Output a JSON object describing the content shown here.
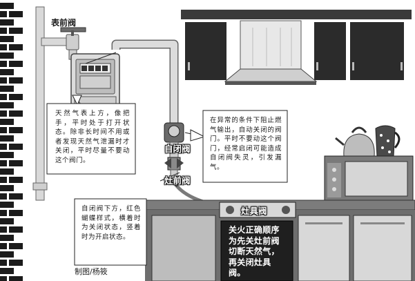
{
  "labels": {
    "meter_valve": "表前阀",
    "auto_valve": "自闭阀",
    "stove_front_valve": "灶前阀",
    "stove_valve": "灶具阀"
  },
  "notes": {
    "meter_valve": "天然气表上方，像把手，平时处于打开状态。除非长时间不用或者发现天然气泄漏时才关闭，平时尽量不要动这个阀门。",
    "auto_valve": "在异常的条件下阻止燃气输出，自动关闭的阀门。平时不要动这个阀门，经常启闭可能造成自闭阀失灵，引发漏气。",
    "stove_front_valve": "自闭阀下方，红色蝴蝶样式，横着时为关闭状态，竖着时为开启状态。"
  },
  "safety_tip": "关火正确顺序为先关灶前阀切断天然气，再关闭灶具阀。",
  "credit": "制图/杨筱",
  "colors": {
    "ink": "#1a1a1a",
    "cabinet": "#2b2b2b",
    "wall_gray": "#9a9a9a",
    "counter": "#7c7c7c",
    "pipe": "#bdbdbd"
  }
}
